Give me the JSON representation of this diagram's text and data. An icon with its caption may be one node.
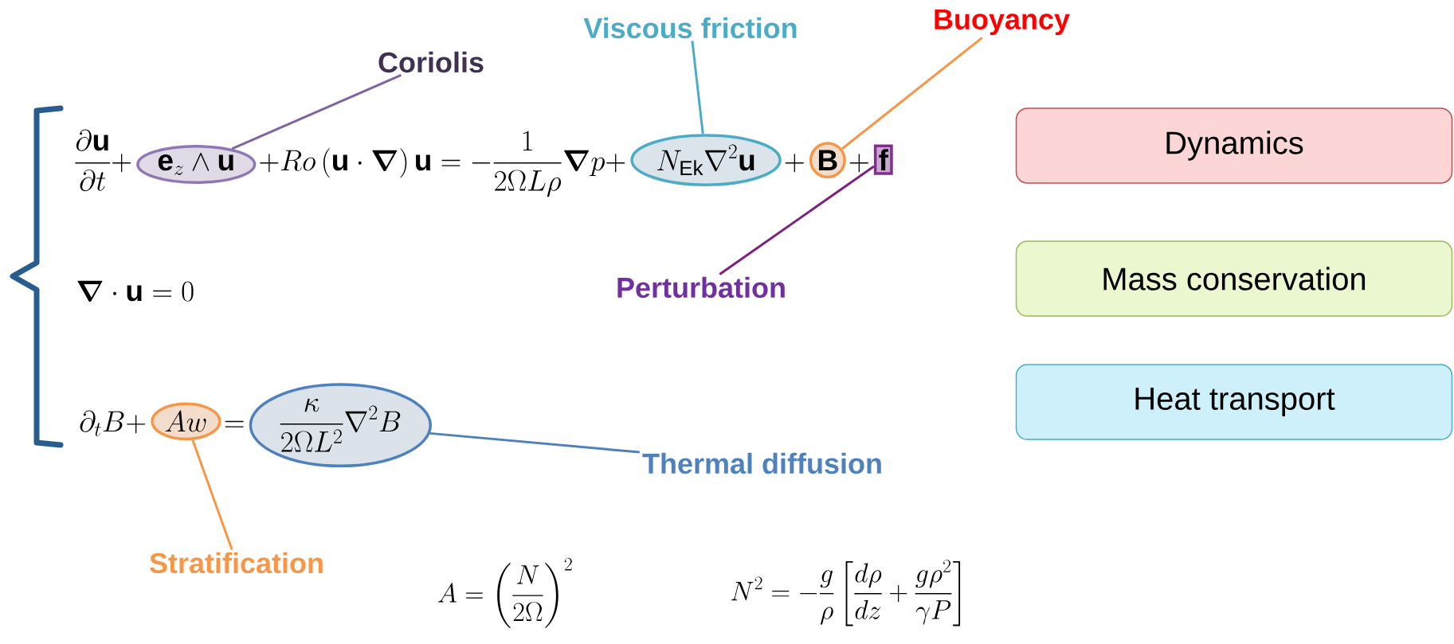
{
  "diagram": {
    "nodes": [
      {
        "text": [
          "Coriolis"
        ]
      },
      {
        "text": [
          "Viscous friction"
        ]
      },
      {
        "text": [
          "Buoyancy"
        ]
      },
      {
        "text": [
          "\\mathbf{e}_z\\wedge\\mathbf{u}"
        ]
      },
      {
        "text": [
          "N_{\\mathrm{Ek}}\\nabla^2\\mathbf{u}"
        ]
      },
      {
        "text": [
          "\\mathbf{B}"
        ]
      },
      {
        "text": [
          "\\mathbf{f}"
        ]
      },
      {
        "text": [
          "Dynamics"
        ]
      },
      {
        "text": [
          "Perturbation"
        ]
      },
      {
        "text": [
          "Mass conservation"
        ]
      },
      {
        "text": [
          "Aw"
        ]
      },
      {
        "text": [
          "\\frac{\\kappa}{2\\Omega L^2}\\nabla^2 B"
        ]
      },
      {
        "text": [
          "Heat transport"
        ]
      },
      {
        "text": [
          "Thermal diffusion"
        ]
      },
      {
        "text": [
          "Stratification"
        ]
      }
    ],
    "edges": [
      {
        "from": 0,
        "to": 3,
        "arrow": "none",
        "color": "#8064a2"
      },
      {
        "from": 1,
        "to": 4,
        "arrow": "none",
        "color": "#4bacc6"
      },
      {
        "from": 2,
        "to": 5,
        "arrow": "none",
        "color": "#f79646"
      },
      {
        "from": 8,
        "to": 6,
        "arrow": "none",
        "color": "#7f1f7f"
      },
      {
        "from": 13,
        "to": 11,
        "arrow": "none",
        "color": "#4f81bd"
      },
      {
        "from": 14,
        "to": 10,
        "arrow": "none",
        "color": "#f79646"
      }
    ],
    "labels": [
      "\\frac{\\partial\\mathbf{u}}{\\partial t}+",
      "+Ro\\,(\\mathbf{u}\\cdot\\boldsymbol{\\nabla})\\,\\mathbf{u}=-\\frac{1}{2\\Omega L\\rho}\\boldsymbol{\\nabla}p+",
      "+",
      "+",
      "\\boldsymbol{\\nabla}\\cdot\\mathbf{u}=0",
      "\\partial_t B+",
      "=",
      "A=\\left(\\frac{N}{2\\Omega}\\right)^2",
      "N^2=-\\frac{g}{\\rho}\\left[\\frac{d\\rho}{dz}+\\frac{g\\rho^2}{\\gamma P}\\right]"
    ]
  }
}
